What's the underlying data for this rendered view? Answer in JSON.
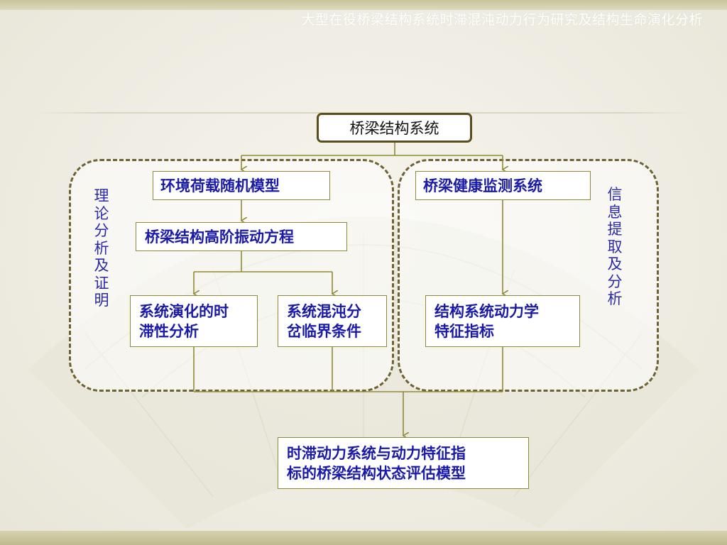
{
  "header": {
    "title": "大型在役桥梁结构系统时滞混沌动力行为研究及结构生命演化分析"
  },
  "diagram": {
    "root": "桥梁结构系统",
    "left_region_label": "理论分析及证明",
    "right_region_label": "信息提取及分析",
    "nodes": {
      "env_load_model": "环境荷载随机模型",
      "high_order_equation": "桥梁结构高阶振动方程",
      "delay_analysis": [
        "系统演化的时",
        "滞性分析"
      ],
      "chaos_bifurcation": [
        "系统混沌分",
        "岔临界条件"
      ],
      "health_monitoring": "桥梁健康监测系统",
      "dynamic_indicators": [
        "结构系统动力学",
        "特征指标"
      ],
      "final_model": [
        "时滞动力系统与动力特征指",
        "标的桥梁结构状态评估模型"
      ]
    }
  },
  "colors": {
    "node_text": "#1a1aa8",
    "node_border": "#8f8a36",
    "connector": "#8f8a36",
    "region_border": "#6e6232",
    "root_border": "#5a4e1c",
    "header_band": "#c9c49a"
  }
}
